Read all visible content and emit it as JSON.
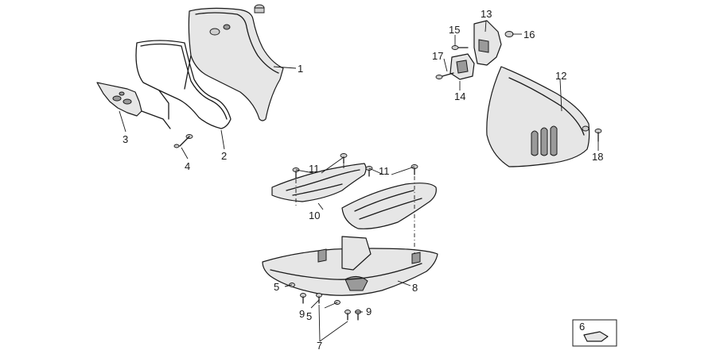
{
  "callouts": {
    "c1": "1",
    "c2": "2",
    "c3": "3",
    "c4": "4",
    "c5a": "5",
    "c5b": "5",
    "c6": "6",
    "c7": "7",
    "c8": "8",
    "c9a": "9",
    "c9b": "9",
    "c10": "10",
    "c11a": "11",
    "c11b": "11",
    "c12": "12",
    "c13": "13",
    "c14": "14",
    "c15": "15",
    "c16": "16",
    "c17": "17",
    "c18": "18"
  },
  "colors": {
    "line": "#1a1a1a",
    "part_fill": "#e6e6e6",
    "background": "#ffffff"
  }
}
